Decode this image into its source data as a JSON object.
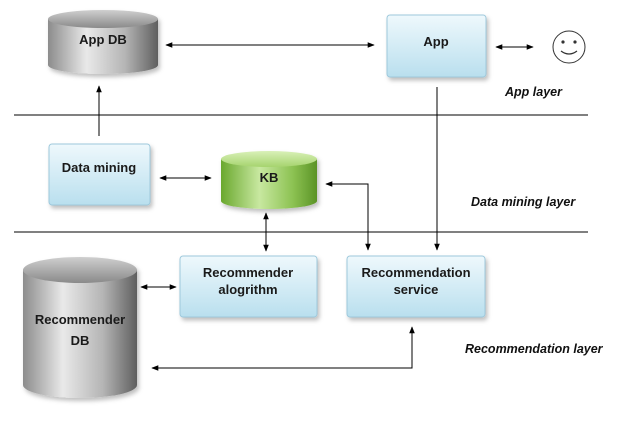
{
  "nodes": {
    "app_db": "App DB",
    "app": "App",
    "data_mining": "Data mining",
    "kb": "KB",
    "recommender_algorithm": [
      "Recommender",
      "alogrithm"
    ],
    "recommendation_service": [
      "Recommendation",
      "service"
    ],
    "recommender_db": [
      "Recommender",
      "DB"
    ]
  },
  "layers": {
    "app": "App layer",
    "data_mining": "Data mining layer",
    "recommendation": "Recommendation layer"
  },
  "icons": {
    "user": "smiley-face-icon"
  },
  "colors": {
    "box_fill_top": "#eef8fc",
    "box_fill_bottom": "#b9dfee",
    "box_border": "#9ec9dc",
    "kb_fill_top": "#c8e8a0",
    "kb_fill_bottom": "#6aa82e",
    "db_fill_light": "#e6e6e6",
    "db_fill_dark": "#5a5a5a",
    "line": "#000000"
  }
}
